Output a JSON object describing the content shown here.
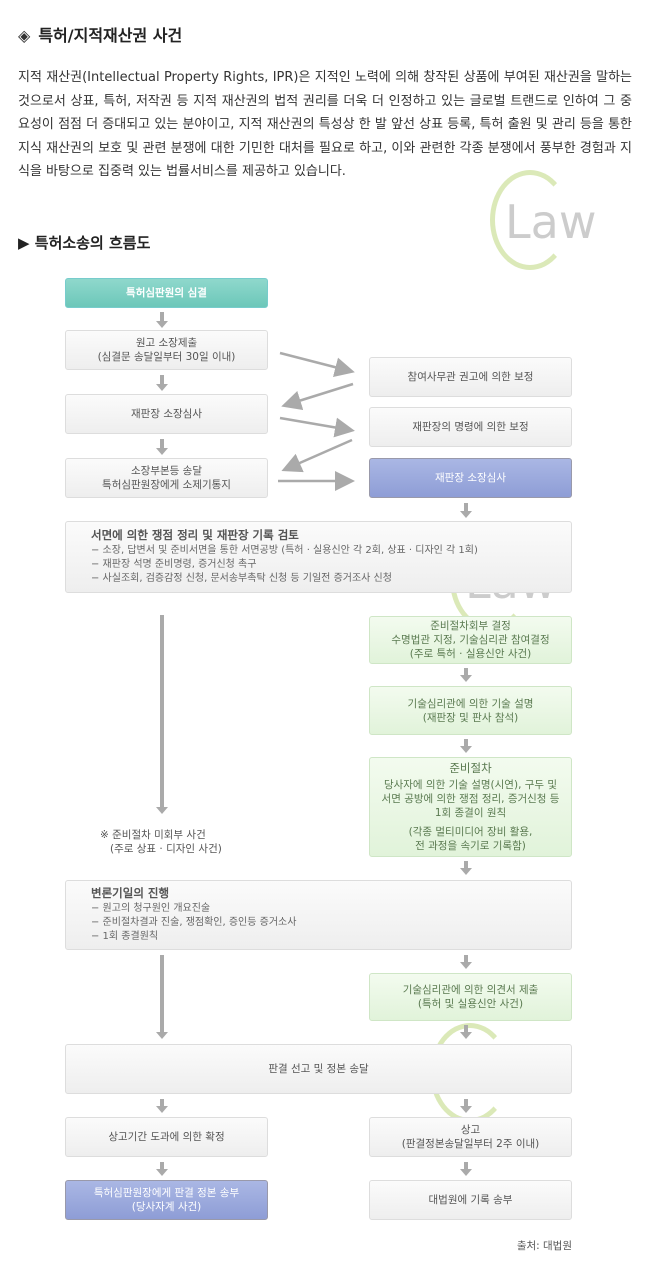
{
  "title": {
    "icon": "diamond-bullet-icon",
    "text": "특허/지적재산권 사건"
  },
  "intro": "지적 재산권(Intellectual Property Rights, IPR)은 지적인 노력에 의해 창작된 상품에 부여된 재산권을 말하는 것으로서 상표, 특허, 저작권 등 지적 재산권의 법적 권리를 더욱 더 인정하고 있는 글로벌 트랜드로 인하여 그 중요성이 점점 더 증대되고 있는 분야이고, 지적 재산권의 특성상 한 발 앞선 상표 등록, 특허 출원 및 관리 등을 통한 지식 재산권의 보호 및 관련 분쟁에 대한 기민한 대처를 필요로 하고, 이와 관련한 각종 분쟁에서 풍부한 경험과 지식을 바탕으로 집중력 있는 법률서비스를 제공하고 있습니다.",
  "section": {
    "icon": "triangle-bullet-icon",
    "text": "특허소송의 흐름도"
  },
  "watermark": "Law",
  "flow": {
    "start": "특허심판원의 심결",
    "filing": [
      "원고 소장제출",
      "(심결문 송달일부터 30일 이내)"
    ],
    "review": "재판장 소장심사",
    "serve": [
      "소장부본등 송달",
      "특허심판원장에게 소제기통지"
    ],
    "amend1": "참여사무관 권고에 의한 보정",
    "amend2": "재판장의 명령에 의한 보정",
    "review2": "재판장 소장심사",
    "written": {
      "head": "서면에 의한 쟁점 정리 및 재판장 기록 검토",
      "items": [
        "− 소장, 답변서 및 준비서면을 통한 서면공방 (특허 · 실용신안 각 2회, 상표 · 디자인 각 1회)",
        "− 재판장 석명 준비명령, 증거신청 촉구",
        "− 사실조회, 검증감정 신청, 문서송부촉탁 신청 등 기일전 증거조사 신청"
      ]
    },
    "prep_decision": [
      "준비절차회부 결정",
      "수명법관 지정, 기술심리관 참여결정",
      "(주로 특허 · 실용신안 사건)"
    ],
    "tech_explain": [
      "기술심리관에 의한 기술 설명",
      "(재판장 및 판사 참석)"
    ],
    "prep": [
      "준비절차",
      "당사자에 의한 기술 설명(시연), 구두 및",
      "서면 공방에 의한 쟁점 정리, 증거신청 등",
      "1회 종결이 원칙",
      "(각종 멀티미디어 장비 활용,",
      "전 과정을 속기로 기록함)"
    ],
    "no_prep": [
      "※ 준비절차 미회부 사건",
      "(주로 상표 · 디자인 사건)"
    ],
    "hearing": {
      "head": "변론기일의 진행",
      "items": [
        "− 원고의 청구원인 개요진술",
        "− 준비절차결과 진술, 쟁점확인, 증인등 증거소사",
        "− 1회 종결원칙"
      ]
    },
    "opinion": [
      "기술심리관에 의한 의견서 제출",
      "(특허 및 실용신안 사건)"
    ],
    "judgment": "판결 선고 및 정본 송달",
    "final": "상고기간 도과에 의한 확정",
    "appeal": [
      "상고",
      "(판결정본송달일부터 2주 이내)"
    ],
    "send": [
      "특허심판원장에게 판결 정본 송부",
      "(당사자계 사건)"
    ],
    "supreme": "대법원에 기록 송부"
  },
  "source": "출처: 대법원",
  "colors": {
    "teal": "#6cc7b9",
    "blue": "#8e9dd6",
    "green": "#e1f3da"
  }
}
